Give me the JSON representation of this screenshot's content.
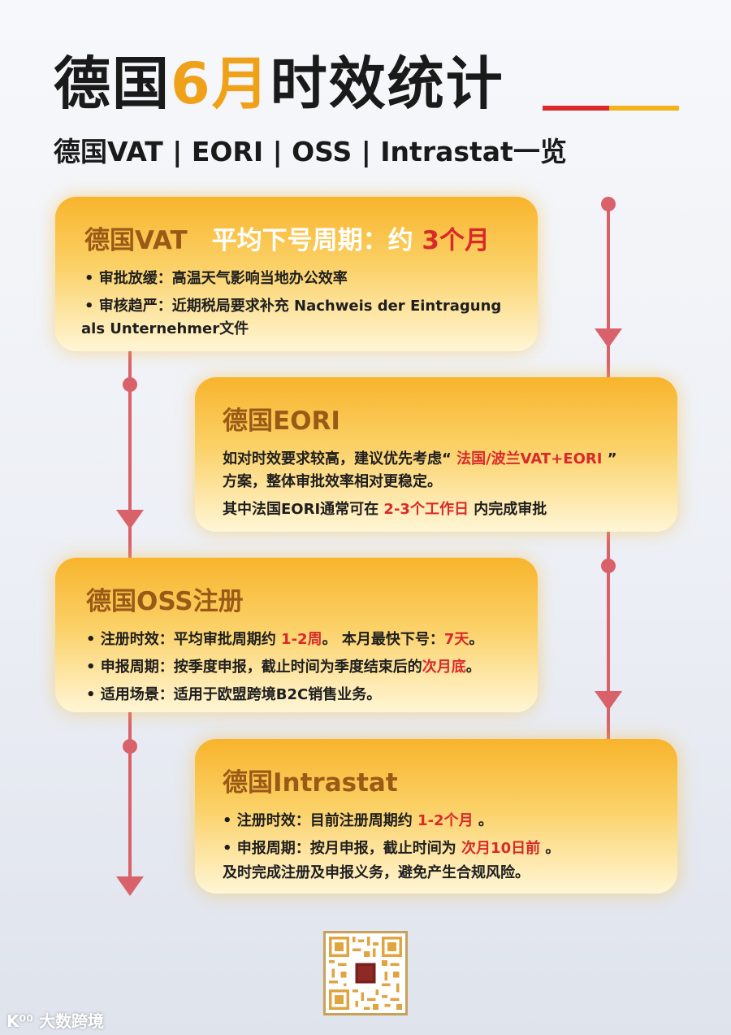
{
  "header": {
    "title_part1": "德国",
    "title_highlight": "6月",
    "title_part2": "时效统计",
    "subtitle": "德国VAT | EORI | OSS | Intrastat一览"
  },
  "cards": {
    "vat": {
      "title": "德国VAT",
      "period_label": "平均下号周期：约 ",
      "period_value": "3个月",
      "line1": "• 审批放缓：高温天气影响当地办公效率",
      "line2": "• 审核趋严：近期税局要求补充 Nachweis der Eintragung",
      "line3": "als Unternehmer文件"
    },
    "eori": {
      "title": "德国EORI",
      "line1_a": "如对时效要求较高，建议优先考虑“ ",
      "line1_red": "法国/波兰VAT+EORI",
      "line1_b": " ”",
      "line2": "方案，整体审批效率相对更稳定。",
      "line3_a": "其中法国EORI通常可在 ",
      "line3_red": "2-3个工作日",
      "line3_b": " 内完成审批"
    },
    "oss": {
      "title": "德国OSS注册",
      "line1_a": "• 注册时效：平均审批周期约 ",
      "line1_red": "1-2周",
      "line1_b": "。  本月最快下号：",
      "line1_red2": "7天",
      "line1_c": "。",
      "line2_a": "• 申报周期：按季度申报，截止时间为季度结束后的",
      "line2_red": "次月底",
      "line2_b": "。",
      "line3": "• 适用场景：适用于欧盟跨境B2C销售业务。"
    },
    "intrastat": {
      "title": "德国Intrastat",
      "line1_a": "• 注册时效：目前注册周期约 ",
      "line1_red": "1-2个月",
      "line1_b": " 。",
      "line2_a": "• 申报周期：按月申报，截止时间为 ",
      "line2_red": "次月10日前",
      "line2_b": " 。",
      "line3": "及时完成注册及申报义务，避免产生合规风险。"
    }
  },
  "footer": {
    "watermark": "K⁰⁰ 大数跨境"
  },
  "colors": {
    "accent_red": "#d9292b",
    "accent_yellow": "#f0a11a",
    "timeline": "#d9626a",
    "card_title": "#9a5a17"
  }
}
